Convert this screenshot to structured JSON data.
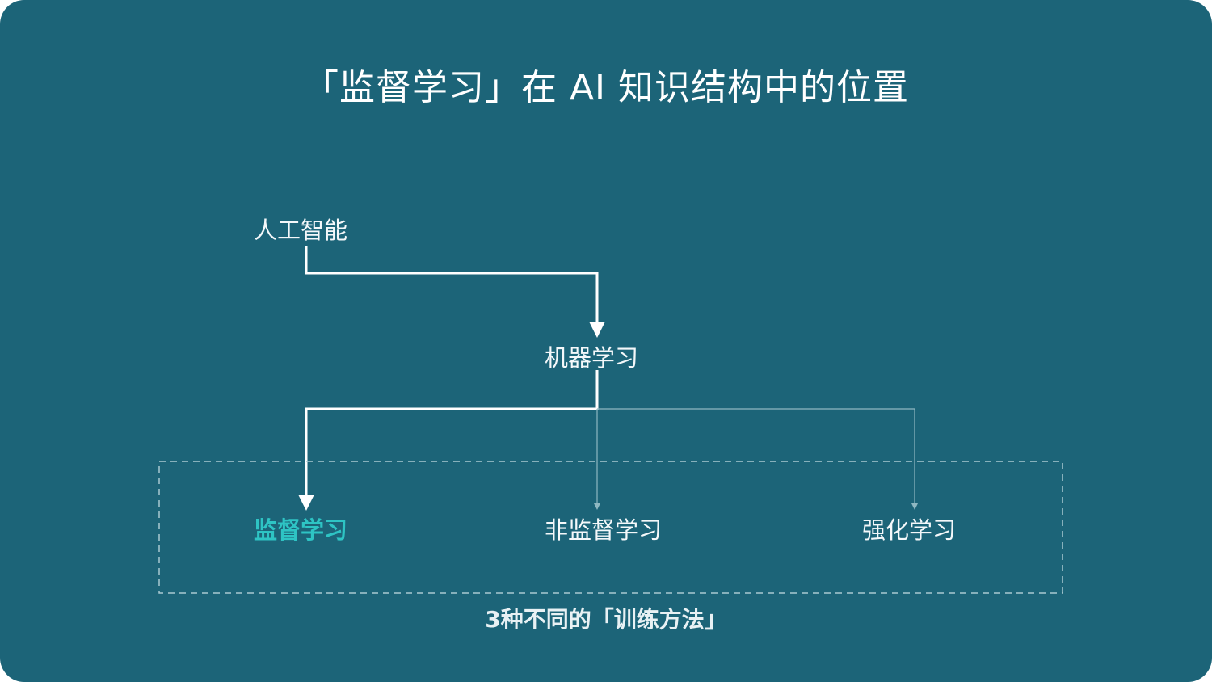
{
  "title": "「监督学习」在 AI 知识结构中的位置",
  "nodes": {
    "ai": "人工智能",
    "ml": "机器学习",
    "supervised": "监督学习",
    "unsupervised": "非监督学习",
    "reinforcement": "强化学习"
  },
  "group_caption": "3种不同的「训练方法」",
  "colors": {
    "background": "#1c6478",
    "highlight": "#2ec4c4",
    "line": "#ffffff",
    "muted_line": "#8fb8c2"
  }
}
